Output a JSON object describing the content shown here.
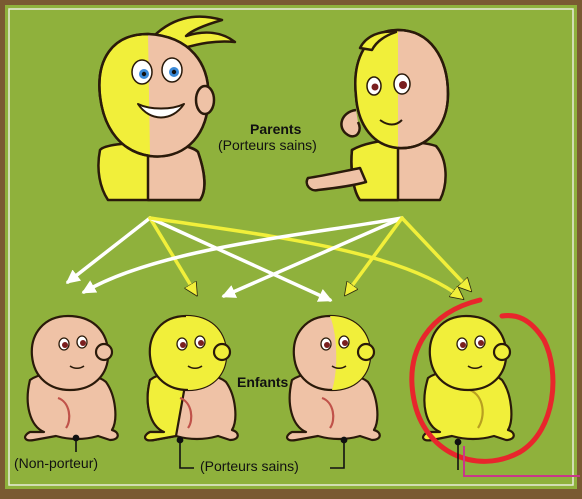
{
  "labels": {
    "parents": "Parents",
    "parents_sub": "(Porteurs sains)",
    "children": "Enfants",
    "non_carrier": "(Non-porteur)",
    "healthy_carriers": "(Porteurs sains)"
  },
  "colors": {
    "background": "#8fb13c",
    "frame": "#7a5a32",
    "skin": "#efc2a6",
    "carrier_yellow": "#f1ef3a",
    "arrow_white": "#ffffff",
    "arrow_yellow": "#f1ef3a",
    "circle": "#e8262c",
    "pointer_line": "#c8388a"
  },
  "children": [
    {
      "status": "non-carrier"
    },
    {
      "status": "carrier"
    },
    {
      "status": "carrier"
    },
    {
      "status": "affected"
    }
  ]
}
